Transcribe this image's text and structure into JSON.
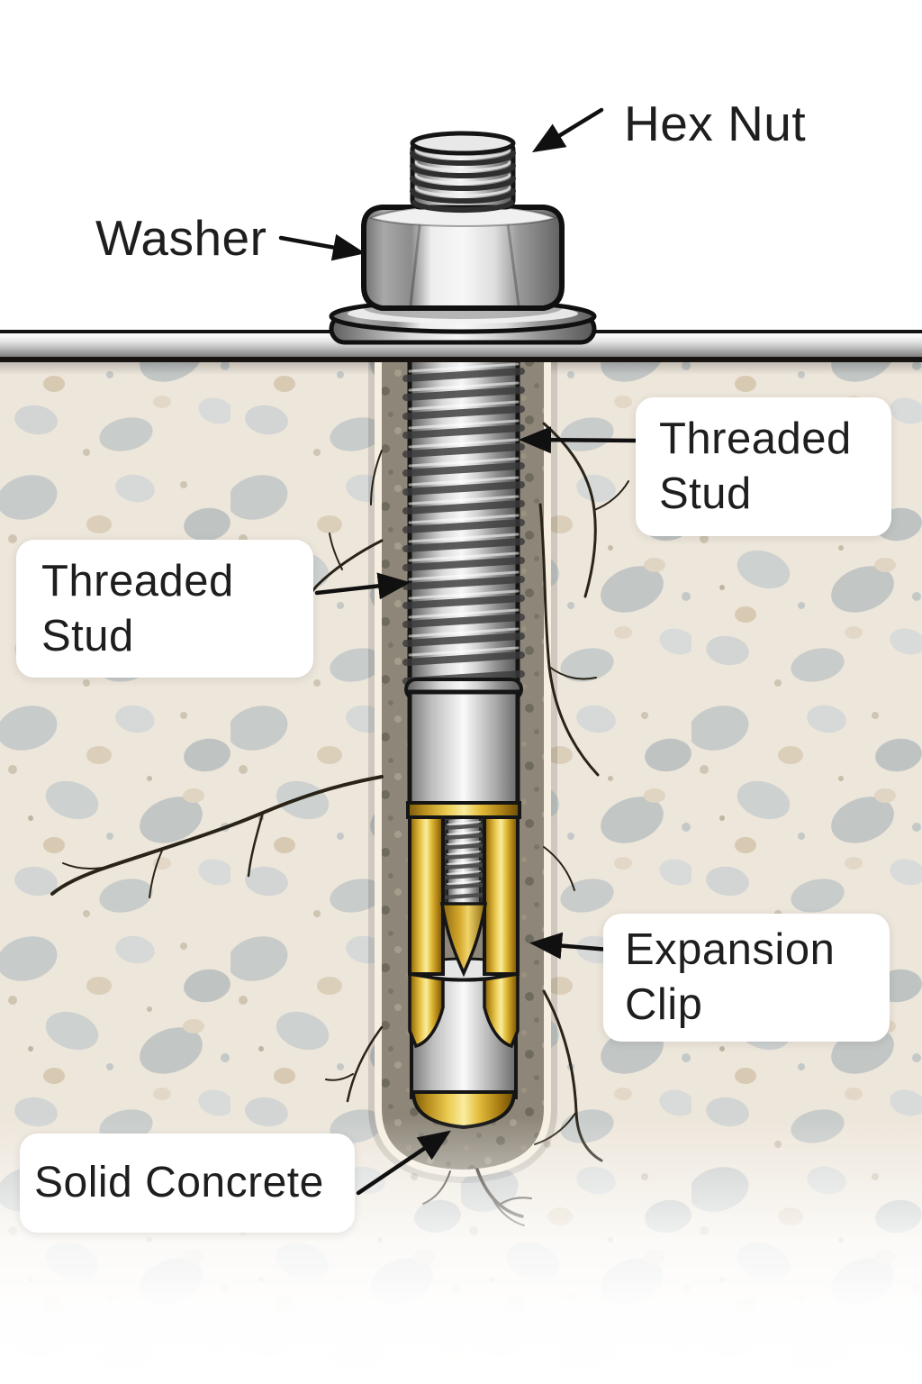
{
  "diagram": {
    "type": "labeled-illustration",
    "subject": "Wedge anchor installed in solid concrete (cross-section)",
    "labels": {
      "hex_nut": "Hex Nut",
      "washer": "Washer",
      "threaded_stud_right_line1": "Threaded",
      "threaded_stud_right_line2": "Stud",
      "threaded_stud_left_line1": "Threaded",
      "threaded_stud_left_line2": "Stud",
      "expansion_clip_line1": "Expansion",
      "expansion_clip_line2": "Clip",
      "solid_concrete": "Solid Concrete"
    },
    "colors": {
      "label_text": "#1e1e1e",
      "label_background": "#ffffff",
      "arrow": "#101010",
      "steel_light": "#f6f6f6",
      "steel_dark": "#5f5f5f",
      "gold": "#d9ab2e",
      "concrete_base": "#ede6db",
      "pebble_gray": "#c6cac9",
      "hole_wall": "#8e8779",
      "crack": "#292318"
    }
  }
}
